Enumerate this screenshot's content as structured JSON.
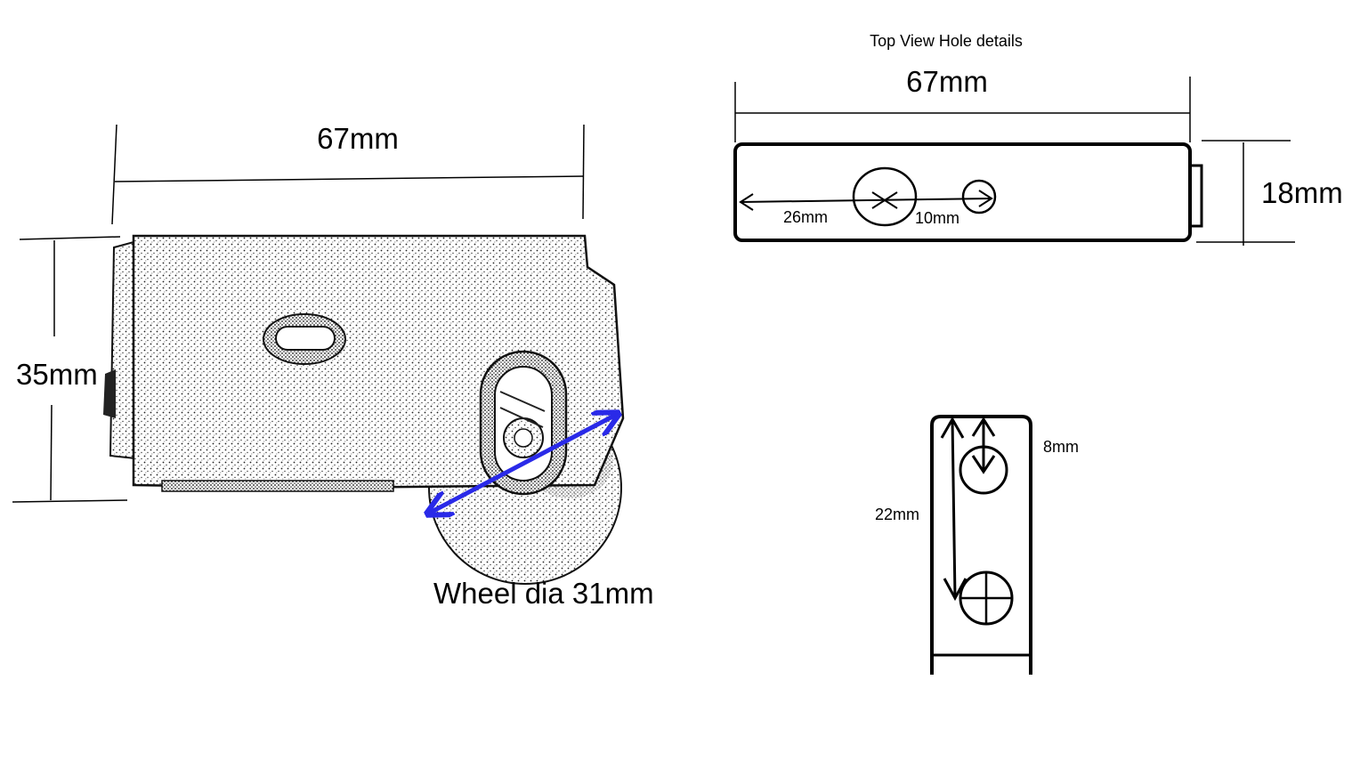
{
  "title": "Top View Hole details",
  "side_view": {
    "width_label": "67mm",
    "height_label": "35mm",
    "wheel_label": "Wheel dia 31mm"
  },
  "top_view": {
    "width_label": "67mm",
    "depth_label": "18mm",
    "hole1_label": "26mm",
    "hole2_label": "10mm"
  },
  "end_view": {
    "hole_offset_label": "8mm",
    "hole_spacing_label": "22mm"
  },
  "colors": {
    "line": "#000000",
    "wheel_arrow": "#2a2ae8",
    "stipple": "#1a1a1a"
  }
}
